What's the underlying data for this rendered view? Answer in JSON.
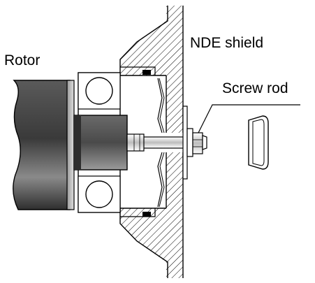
{
  "labels": {
    "rotor": "Rotor",
    "nde_shield": "NDE shield",
    "screw_rod": "Screw rod"
  },
  "colors": {
    "line": "#000000",
    "background": "#ffffff",
    "rotor_dark": "#4a4a4a",
    "rotor_light": "#cfcfcf",
    "shaft_dark": "#5a5a5a",
    "shaft_light": "#d6d6d6"
  }
}
